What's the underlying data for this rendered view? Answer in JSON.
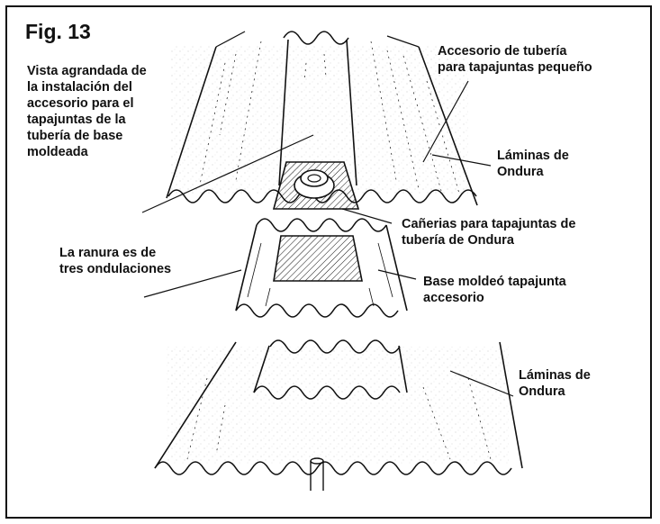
{
  "figure": {
    "title": "Fig. 13"
  },
  "labels": {
    "accessory_small": [
      "Accesorio de tubería",
      "para tapajuntas pequeño"
    ],
    "enlarged_view": [
      "Vista agrandada de",
      "la instalación del",
      "accesorio para el",
      "tapajuntas de la",
      "tubería de base",
      "moldeada"
    ],
    "sheets_top": [
      "Láminas de",
      "Ondura"
    ],
    "pipe_flashing": [
      "Cañerias para tapajuntas de",
      "tubería de Ondura"
    ],
    "slot": [
      "La ranura es de",
      "tres ondulaciones"
    ],
    "molded_base": [
      "Base moldeó tapajunta",
      "accesorio"
    ],
    "sheets_bottom": [
      "Láminas de",
      "Ondura"
    ]
  },
  "colors": {
    "ink": "#111111",
    "paper": "#ffffff"
  }
}
